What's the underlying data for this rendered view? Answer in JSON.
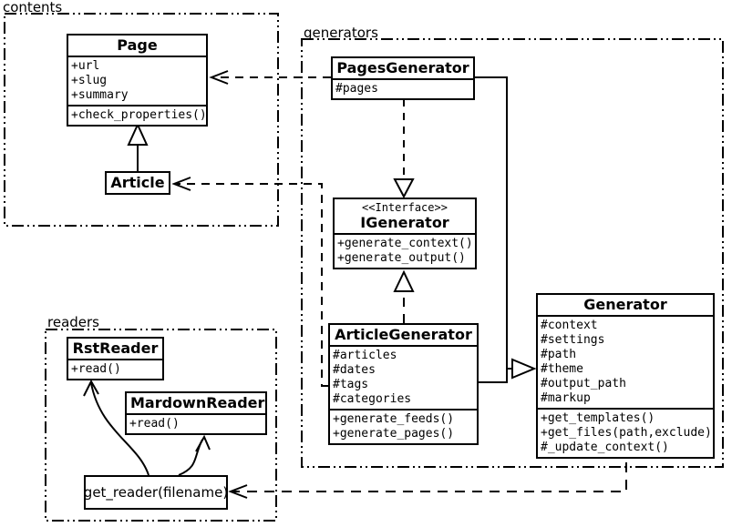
{
  "packages": {
    "contents": {
      "label": "contents"
    },
    "generators": {
      "label": "generators"
    },
    "readers": {
      "label": "readers"
    }
  },
  "classes": {
    "page": {
      "name": "Page",
      "attributes": [
        "+url",
        "+slug",
        "+summary"
      ],
      "methods": [
        "+check_properties()"
      ]
    },
    "article": {
      "name": "Article"
    },
    "pages_generator": {
      "name": "PagesGenerator",
      "attributes": [
        "#pages"
      ]
    },
    "igenerator": {
      "stereotype": "<<Interface>>",
      "name": "IGenerator",
      "methods": [
        "+generate_context()",
        "+generate_output()"
      ]
    },
    "article_generator": {
      "name": "ArticleGenerator",
      "attributes": [
        "#articles",
        "#dates",
        "#tags",
        "#categories"
      ],
      "methods": [
        "+generate_feeds()",
        "+generate_pages()"
      ]
    },
    "generator": {
      "name": "Generator",
      "attributes": [
        "#context",
        "#settings",
        "#path",
        "#theme",
        "#output_path",
        "#markup"
      ],
      "methods": [
        "+get_templates()",
        "+get_files(path,exclude)",
        "#_update_context()"
      ]
    },
    "rst_reader": {
      "name": "RstReader",
      "methods": [
        "+read()"
      ]
    },
    "mardown_reader": {
      "name": "MardownReader",
      "methods": [
        "+read()"
      ]
    },
    "get_reader": {
      "label": "get_reader(filename)"
    }
  },
  "relationships": [
    {
      "from": "Article",
      "to": "Page",
      "type": "inheritance-solid-hollow-triangle"
    },
    {
      "from": "PagesGenerator",
      "to": "Page",
      "type": "dependency-dashed-open-arrow"
    },
    {
      "from": "ArticleGenerator",
      "to": "Article",
      "type": "dependency-dashed-open-arrow"
    },
    {
      "from": "PagesGenerator",
      "to": "IGenerator",
      "type": "realization-dashed-hollow-triangle"
    },
    {
      "from": "ArticleGenerator",
      "to": "IGenerator",
      "type": "realization-dashed-hollow-triangle"
    },
    {
      "from": "PagesGenerator",
      "to": "Generator",
      "type": "inheritance-solid-hollow-triangle"
    },
    {
      "from": "ArticleGenerator",
      "to": "Generator",
      "type": "inheritance-solid-hollow-triangle"
    },
    {
      "from": "Generator",
      "to": "get_reader(filename)",
      "type": "dependency-dashed-open-arrow"
    },
    {
      "from": "get_reader(filename)",
      "to": "RstReader",
      "type": "curved-open-arrow"
    },
    {
      "from": "get_reader(filename)",
      "to": "MardownReader",
      "type": "curved-open-arrow"
    }
  ],
  "colors": {
    "line": "#000000",
    "background": "#ffffff",
    "box_fill": "#ffffff"
  }
}
